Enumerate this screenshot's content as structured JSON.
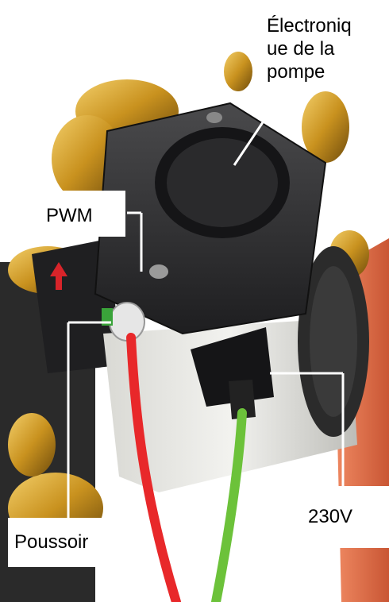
{
  "labels": {
    "electronique": "Électroniq\nue de la\npompe",
    "pwm": "PWM",
    "v230": "230V",
    "poussoir": "Poussoir"
  },
  "colors": {
    "cable_red": "#e8282a",
    "cable_green": "#6cc23a",
    "brass": "#c9921f",
    "housing_dark": "#2c2c2e",
    "pump_orange": "#e2704a",
    "leader_line": "#ffffff"
  },
  "icons": [
    "flow-arrow-icon"
  ]
}
